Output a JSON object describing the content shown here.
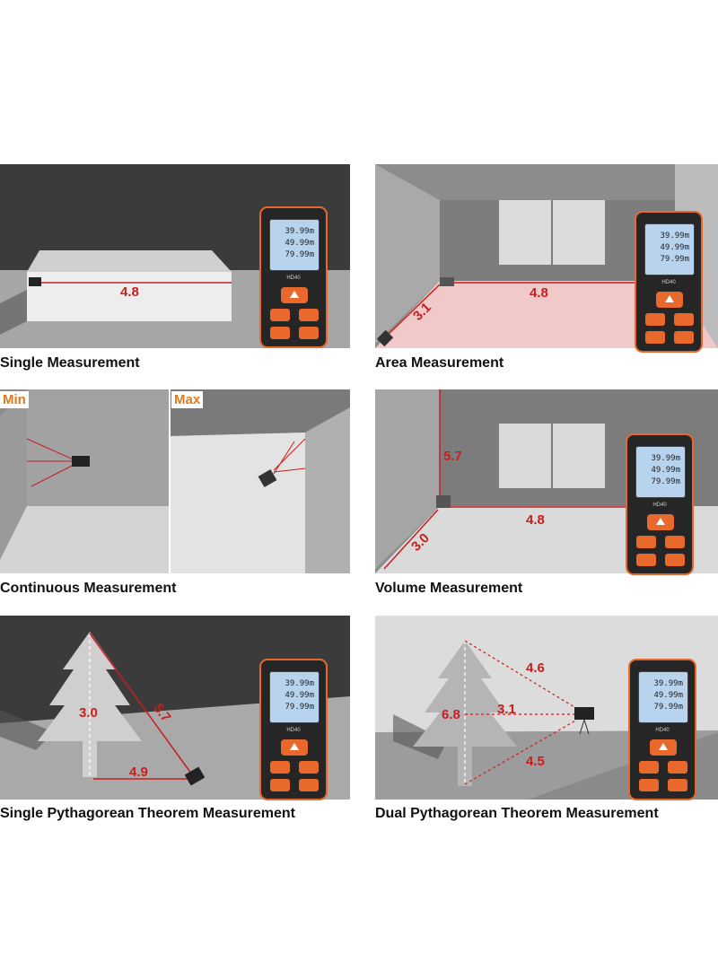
{
  "panels": [
    {
      "caption": "Single Measurement",
      "labels": [
        "4.8"
      ]
    },
    {
      "caption": "Area Measurement",
      "labels": [
        "3.1",
        "4.8"
      ]
    },
    {
      "caption": "Continuous Measurement",
      "tags": [
        "Min",
        "Max"
      ]
    },
    {
      "caption": "Volume Measurement",
      "labels": [
        "5.7",
        "4.8",
        "3.0"
      ]
    },
    {
      "caption": "Single Pythagorean Theorem Measurement",
      "labels": [
        "3.0",
        "5.7",
        "4.9"
      ]
    },
    {
      "caption": "Dual Pythagorean Theorem Measurement",
      "labels": [
        "4.6",
        "6.8",
        "3.1",
        "4.5"
      ]
    }
  ],
  "device": {
    "readings": [
      "39.99m",
      "49.99m",
      "79.99m"
    ],
    "model": "HD40"
  },
  "colors": {
    "laser": "#c81e1e",
    "accent": "#e8692b",
    "wall_dark": "#3a3a3a",
    "wall_gray": "#8a8a8a"
  },
  "icons": [
    "laser-meter-icon",
    "tree-icon",
    "fire-button-icon"
  ]
}
